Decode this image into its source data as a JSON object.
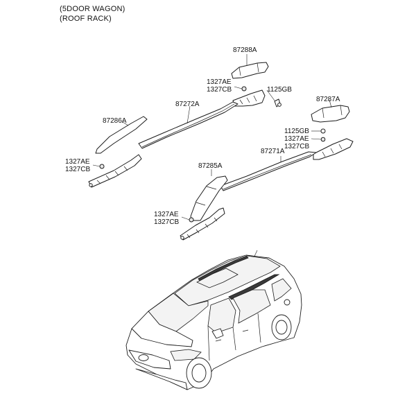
{
  "header": {
    "line1": "(5DOOR WAGON)",
    "line2": "(ROOF RACK)"
  },
  "callouts": {
    "p87288A": "87288A",
    "p1327AE_top": "1327AE",
    "p1327CB_top": "1327CB",
    "p1125GB_top": "1125GB",
    "p87287A": "87287A",
    "p87272A": "87272A",
    "p87286A": "87286A",
    "p1125GB_right": "1125GB",
    "p1327AE_right": "1327AE",
    "p1327CB_right": "1327CB",
    "p87271A": "87271A",
    "p1327AE_left": "1327AE",
    "p1327CB_left": "1327CB",
    "p87285A": "87285A",
    "p1327AE_mid": "1327AE",
    "p1327CB_mid": "1327CB"
  }
}
